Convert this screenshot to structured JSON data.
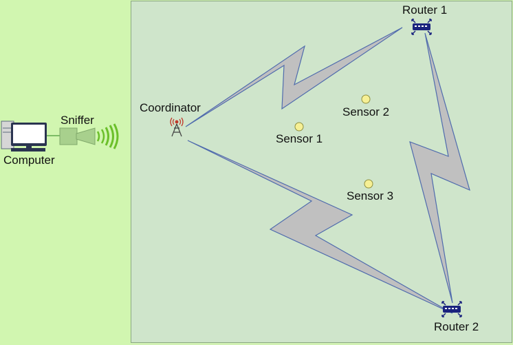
{
  "labels": {
    "computer": "Computer",
    "sniffer": "Sniffer",
    "coordinator": "Coordinator",
    "router1": "Router 1",
    "router2": "Router 2",
    "sensor1": "Sensor 1",
    "sensor2": "Sensor 2",
    "sensor3": "Sensor 3"
  },
  "colors": {
    "left_background": "#d1f6b0",
    "network_area": "#cfe5cb",
    "link_fill": "#c0c0c0",
    "link_stroke": "#4f6bad",
    "sensor_fill": "#f6f095",
    "router_icon": "#1a237e",
    "wave": "#6bbf2a"
  },
  "icons": {
    "computer": "desktop-computer-icon",
    "sniffer": "sniffer-device-icon",
    "coordinator": "antenna-tower-icon",
    "router": "router-icon"
  }
}
